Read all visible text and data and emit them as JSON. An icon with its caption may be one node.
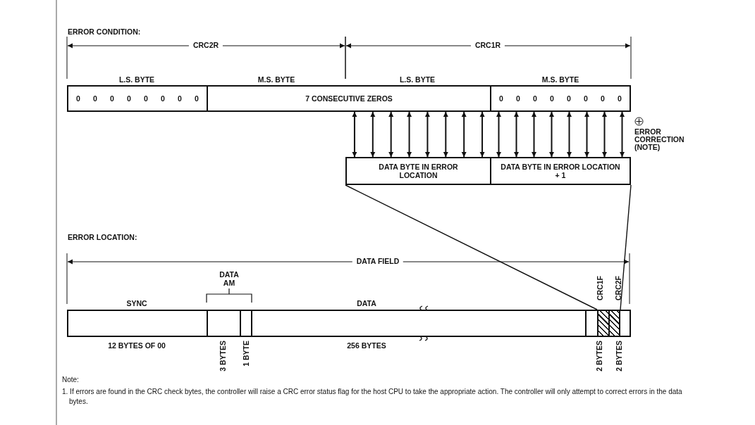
{
  "diagram": {
    "nodes": [
      {
        "text": [
          "0",
          "0",
          "0",
          "0",
          "0",
          "0",
          "0",
          "0"
        ]
      },
      {
        "text": [
          "7 CONSECUTIVE ZEROS"
        ]
      },
      {
        "text": [
          "0",
          "0",
          "0",
          "0",
          "0",
          "0",
          "0",
          "0"
        ]
      },
      {
        "text": [
          "DATA BYTE IN ERROR LOCATION"
        ]
      },
      {
        "text": [
          "DATA BYTE IN ERROR LOCATION + 1"
        ]
      },
      {
        "text": [],
        "shape": "box",
        "beside": [
          "SYNC",
          "12 BYTES OF 00"
        ]
      },
      {
        "text": [],
        "shape": "box",
        "beside": [
          "3 BYTES"
        ]
      },
      {
        "text": [],
        "shape": "box",
        "beside": [
          "1 BYTE"
        ]
      },
      {
        "text": [],
        "shape": "box",
        "beside": [
          "DATA",
          "256 BYTES"
        ]
      },
      {
        "text": [],
        "shape": "box"
      },
      {
        "text": [],
        "shape": "box",
        "beside": [
          "CRC1F",
          "2 BYTES"
        ]
      },
      {
        "text": [],
        "shape": "box",
        "beside": [
          "CRC2F",
          "2 BYTES"
        ]
      },
      {
        "text": [],
        "shape": "box"
      }
    ],
    "edges": [
      {
        "from": 1,
        "to": 3,
        "arrow": "both"
      },
      {
        "from": 1,
        "to": 3,
        "arrow": "both"
      },
      {
        "from": 1,
        "to": 3,
        "arrow": "both"
      },
      {
        "from": 1,
        "to": 3,
        "arrow": "both"
      },
      {
        "from": 1,
        "to": 3,
        "arrow": "both"
      },
      {
        "from": 1,
        "to": 3,
        "arrow": "both"
      },
      {
        "from": 1,
        "to": 3,
        "arrow": "both"
      },
      {
        "from": 1,
        "to": 3,
        "arrow": "both"
      },
      {
        "from": 2,
        "to": 4,
        "arrow": "both"
      },
      {
        "from": 2,
        "to": 4,
        "arrow": "both"
      },
      {
        "from": 2,
        "to": 4,
        "arrow": "both"
      },
      {
        "from": 2,
        "to": 4,
        "arrow": "both"
      },
      {
        "from": 2,
        "to": 4,
        "arrow": "both"
      },
      {
        "from": 2,
        "to": 4,
        "arrow": "both"
      },
      {
        "from": 2,
        "to": 4,
        "arrow": "both"
      },
      {
        "from": 2,
        "to": 4,
        "arrow": "both"
      },
      {
        "from": 3,
        "to": 10,
        "arrow": "none"
      },
      {
        "from": 4,
        "to": 11,
        "arrow": "none"
      }
    ],
    "labels": [
      "ERROR CONDITION:",
      "CRC2R",
      "CRC1R",
      "L.S. BYTE",
      "M.S. BYTE",
      "L.S. BYTE",
      "M.S. BYTE",
      "ERROR CORRECTION (NOTE)",
      "ERROR LOCATION:",
      "DATA FIELD",
      "DATA AM",
      "Note:",
      "1. If errors are found in the CRC check bytes, the controller will raise a CRC error status flag for the host CPU to take the appropriate action. The controller will only attempt to correct errors in the data bytes."
    ]
  }
}
